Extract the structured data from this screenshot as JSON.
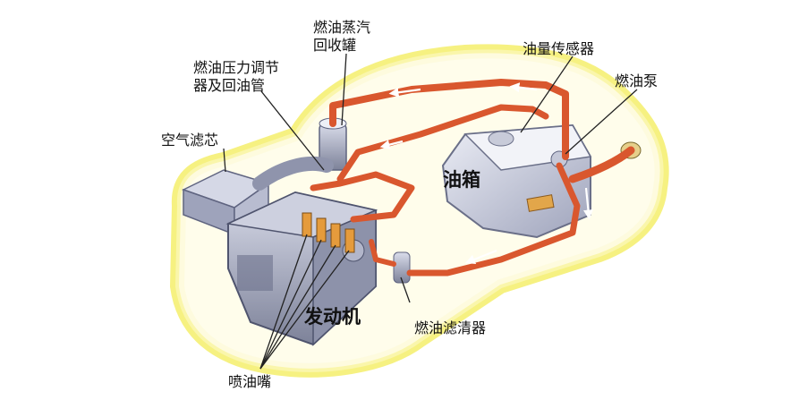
{
  "labels": {
    "vapor_canister_line1": "燃油蒸汽",
    "vapor_canister_line2": "回收罐",
    "regulator_line1": "燃油压力调节",
    "regulator_line2": "器及回油管",
    "fuel_level_sensor": "油量传感器",
    "fuel_pump": "燃油泵",
    "air_filter": "空气滤芯",
    "fuel_tank": "油箱",
    "engine": "发动机",
    "fuel_filter": "燃油滤清器",
    "injectors": "喷油嘴"
  },
  "colors": {
    "fuel_line": "#d9572e",
    "car_glow": "#f5f07a",
    "metal": "#9aa0b8"
  }
}
